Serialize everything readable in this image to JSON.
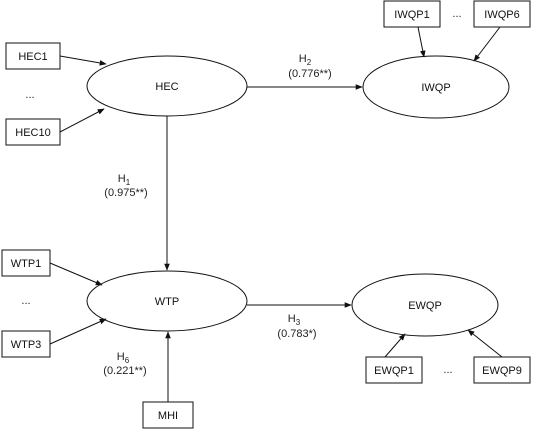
{
  "constructs": {
    "hec": "HEC",
    "iwqp": "IWQP",
    "wtp": "WTP",
    "ewqp": "EWQP"
  },
  "indicators": {
    "hec1": "HEC1",
    "hec10": "HEC10",
    "iwqp1": "IWQP1",
    "iwqp6": "IWQP6",
    "wtp1": "WTP1",
    "wtp3": "WTP3",
    "ewqp1": "EWQP1",
    "ewqp9": "EWQP9",
    "mhi": "MHI"
  },
  "ellipsis": "...",
  "paths": {
    "h1": {
      "letter": "H",
      "num": "1",
      "coef": "(0.975**)"
    },
    "h2": {
      "letter": "H",
      "num": "2",
      "coef": "(0.776**)"
    },
    "h3": {
      "letter": "H",
      "num": "3",
      "coef": "(0.783*)"
    },
    "h6": {
      "letter": "H",
      "num": "6",
      "coef": "(0.221**)"
    }
  }
}
